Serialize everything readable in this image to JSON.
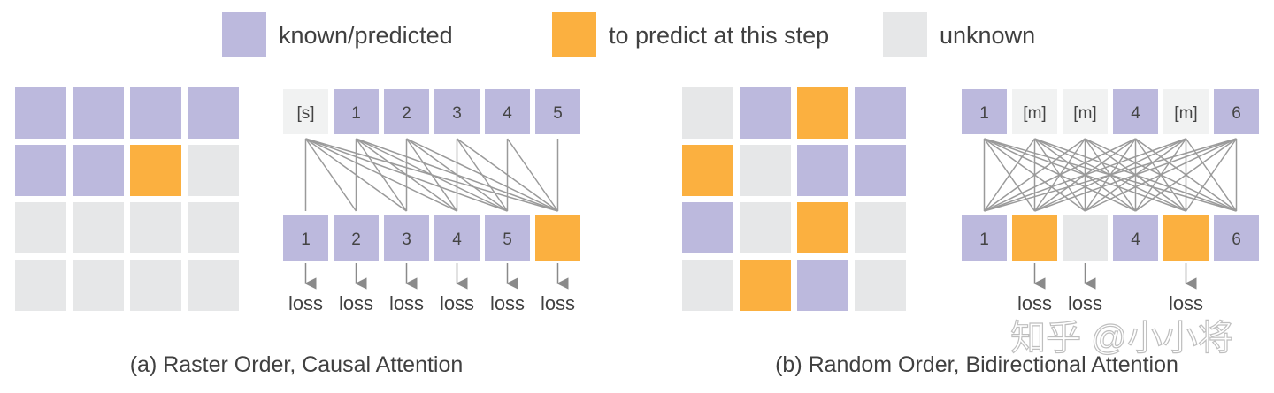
{
  "colors": {
    "known": "#bcb9dd",
    "predict": "#fbb040",
    "unknown": "#e6e7e8",
    "token_unknown": "#f1f2f2",
    "line": "#9a9a9a",
    "text": "#404040"
  },
  "legend": [
    {
      "state": "known",
      "label": "known/predicted"
    },
    {
      "state": "predict",
      "label": "to predict at this step"
    },
    {
      "state": "unknown",
      "label": "unknown"
    }
  ],
  "panel_a": {
    "caption": "(a) Raster Order, Causal Attention",
    "grid": [
      [
        "known",
        "known",
        "known",
        "known"
      ],
      [
        "known",
        "known",
        "predict",
        "unknown"
      ],
      [
        "unknown",
        "unknown",
        "unknown",
        "unknown"
      ],
      [
        "unknown",
        "unknown",
        "unknown",
        "unknown"
      ]
    ],
    "attention": "causal",
    "inputs": [
      {
        "label": "[s]",
        "state": "token_unknown"
      },
      {
        "label": "1",
        "state": "known"
      },
      {
        "label": "2",
        "state": "known"
      },
      {
        "label": "3",
        "state": "known"
      },
      {
        "label": "4",
        "state": "known"
      },
      {
        "label": "5",
        "state": "known"
      }
    ],
    "outputs": [
      {
        "label": "1",
        "state": "known",
        "loss": true
      },
      {
        "label": "2",
        "state": "known",
        "loss": true
      },
      {
        "label": "3",
        "state": "known",
        "loss": true
      },
      {
        "label": "4",
        "state": "known",
        "loss": true
      },
      {
        "label": "5",
        "state": "known",
        "loss": true
      },
      {
        "label": "",
        "state": "predict",
        "loss": true
      }
    ],
    "loss_label": "loss"
  },
  "panel_b": {
    "caption": "(b) Random Order, Bidirectional Attention",
    "grid": [
      [
        "unknown",
        "known",
        "predict",
        "known"
      ],
      [
        "predict",
        "unknown",
        "known",
        "known"
      ],
      [
        "known",
        "unknown",
        "predict",
        "unknown"
      ],
      [
        "unknown",
        "predict",
        "known",
        "unknown"
      ]
    ],
    "attention": "bidirectional",
    "inputs": [
      {
        "label": "1",
        "state": "known"
      },
      {
        "label": "[m]",
        "state": "token_unknown"
      },
      {
        "label": "[m]",
        "state": "token_unknown"
      },
      {
        "label": "4",
        "state": "known"
      },
      {
        "label": "[m]",
        "state": "token_unknown"
      },
      {
        "label": "6",
        "state": "known"
      }
    ],
    "outputs": [
      {
        "label": "1",
        "state": "known",
        "loss": false
      },
      {
        "label": "",
        "state": "predict",
        "loss": true
      },
      {
        "label": "",
        "state": "unknown",
        "loss": true
      },
      {
        "label": "4",
        "state": "known",
        "loss": false
      },
      {
        "label": "",
        "state": "predict",
        "loss": true
      },
      {
        "label": "6",
        "state": "known",
        "loss": false
      }
    ],
    "loss_label": "loss"
  },
  "watermark": "知乎 @小小将"
}
